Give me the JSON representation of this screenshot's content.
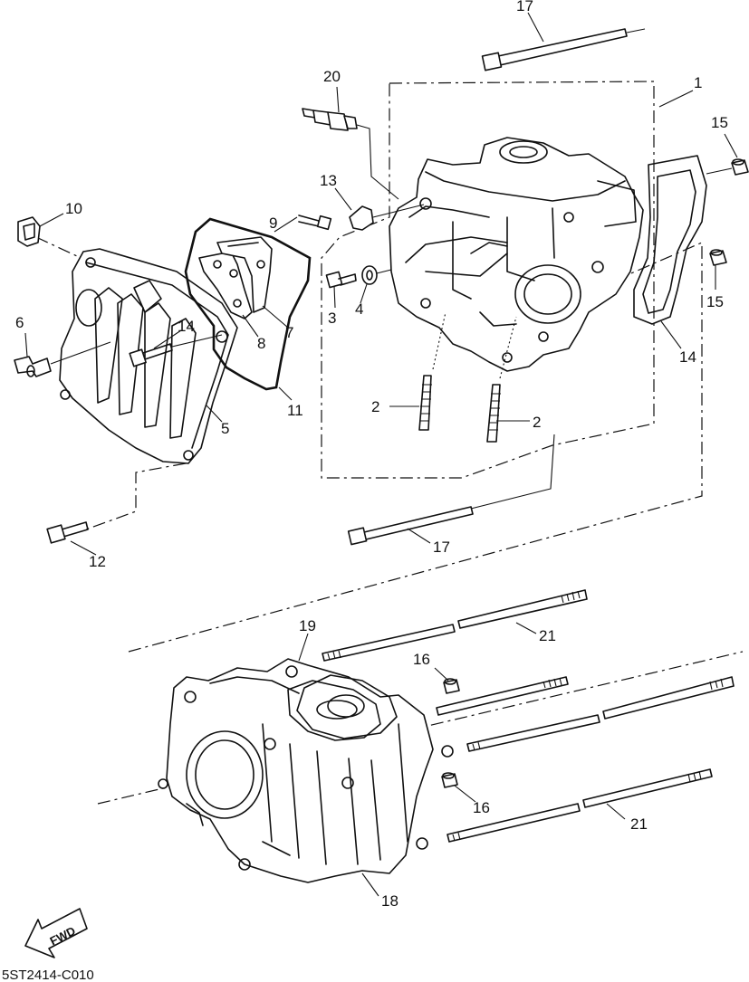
{
  "diagram": {
    "code": "5ST2414-C010",
    "fwd_label": "FWD",
    "callouts": {
      "c17a": "17",
      "c20": "20",
      "c1": "1",
      "c15a": "15",
      "c13": "13",
      "c10": "10",
      "c9": "9",
      "c15b": "15",
      "c3": "3",
      "c4": "4",
      "c6": "6",
      "c14a": "14",
      "c8": "8",
      "c7": "7",
      "c14b": "14",
      "c11": "11",
      "c5": "5",
      "c2a": "2",
      "c2b": "2",
      "c17b": "17",
      "c12": "12",
      "c19": "19",
      "c21a": "21",
      "c16a": "16",
      "c16b": "16",
      "c21b": "21",
      "c18": "18"
    }
  }
}
